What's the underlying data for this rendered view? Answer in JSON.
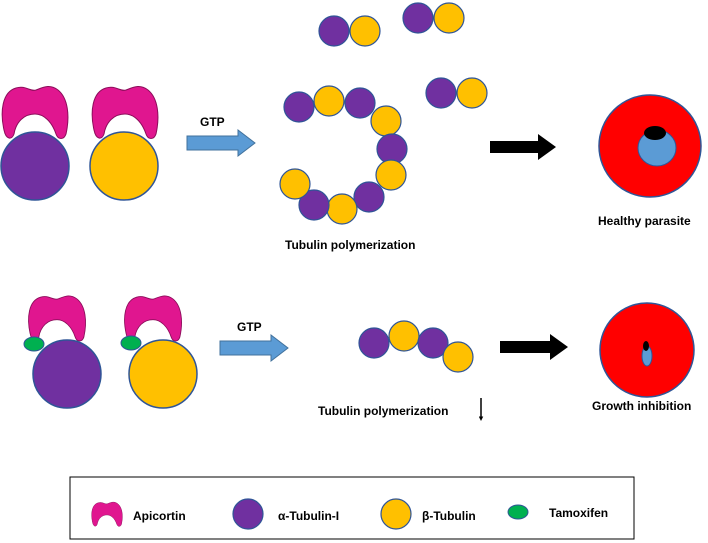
{
  "colors": {
    "apicortin": "#E0168F",
    "alpha_tubulin": "#7030A0",
    "beta_tubulin": "#FFC000",
    "tamoxifen": "#00B050",
    "gtp_arrow": "#5B9BD5",
    "parasite_body": "#FF0000",
    "parasite_nucleus": "#5B9BD5",
    "outline": "#2F5597"
  },
  "top_panel": {
    "gtp_label": "GTP",
    "process_label": "Tubulin polymerization",
    "outcome_label": "Healthy parasite"
  },
  "bottom_panel": {
    "gtp_label": "GTP",
    "process_label": "Tubulin polymerization",
    "decrease_symbol": "down-arrow",
    "outcome_label": "Growth inhibition"
  },
  "legend": {
    "items": [
      {
        "label": "Apicortin",
        "icon": "apicortin-shape"
      },
      {
        "label": "α-Tubulin-I",
        "icon": "alpha-tubulin-circle"
      },
      {
        "label": "β-Tubulin",
        "icon": "beta-tubulin-circle"
      },
      {
        "label": "Tamoxifen",
        "icon": "tamoxifen-ellipse"
      }
    ]
  }
}
